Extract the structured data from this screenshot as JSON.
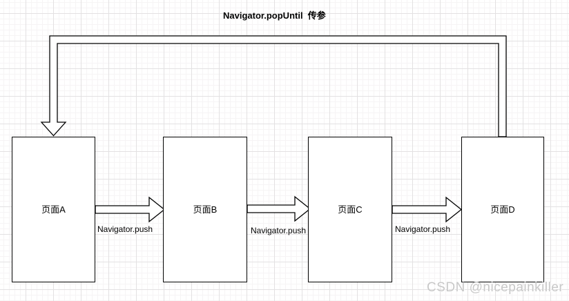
{
  "diagram": {
    "title": "Navigator.popUntil  传参",
    "nodes": [
      {
        "id": "A",
        "label": "页面A"
      },
      {
        "id": "B",
        "label": "页面B"
      },
      {
        "id": "C",
        "label": "页面C"
      },
      {
        "id": "D",
        "label": "页面D"
      }
    ],
    "push_edges": [
      {
        "from": "A",
        "to": "B",
        "label": "Navigator.push"
      },
      {
        "from": "B",
        "to": "C",
        "label": "Navigator.push"
      },
      {
        "from": "C",
        "to": "D",
        "label": "Navigator.push"
      }
    ],
    "pop_edge": {
      "from": "D",
      "to": "A",
      "label": "Navigator.popUntil  传参"
    },
    "watermark": "CSDN @nicepainkiller",
    "colors": {
      "stroke": "#000000",
      "shape_fill": "#ffffff",
      "watermark": "#c8c8c8",
      "grid_minor": "#f6f4f5",
      "grid_major": "#e3e1e2"
    }
  }
}
